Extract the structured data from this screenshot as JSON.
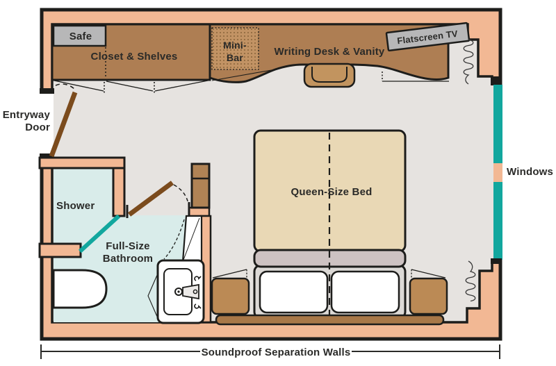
{
  "labels": {
    "safe": "Safe",
    "closet": "Closet & Shelves",
    "minibar_line1": "Mini-",
    "minibar_line2": "Bar",
    "desk": "Writing Desk & Vanity",
    "tv": "Flatscreen TV",
    "entry_line1": "Entryway",
    "entry_line2": "Door",
    "shower": "Shower",
    "bathroom_line1": "Full-Size",
    "bathroom_line2": "Bathroom",
    "bed": "Queen-Size Bed",
    "windows": "Windows",
    "soundproof": "Soundproof Separation Walls"
  },
  "colors": {
    "wall": "#f2b894",
    "floor": "#e6e3e0",
    "wood": "#ae7e53",
    "wood_light": "#c29364",
    "chair": "#c2945f",
    "bed": "#e9d8b5",
    "blanket": "#cdc2c2",
    "platform": "#dcd9d6",
    "pillow": "#ffffff",
    "headboard": "#a87848",
    "nightstand": "#bb8a55",
    "bathroom": "#d9ecea",
    "window_teal": "#12a79e",
    "fixture_gray": "#b7b7b8",
    "door_wood": "#7b4b1d",
    "outline": "#1d1d1b"
  }
}
